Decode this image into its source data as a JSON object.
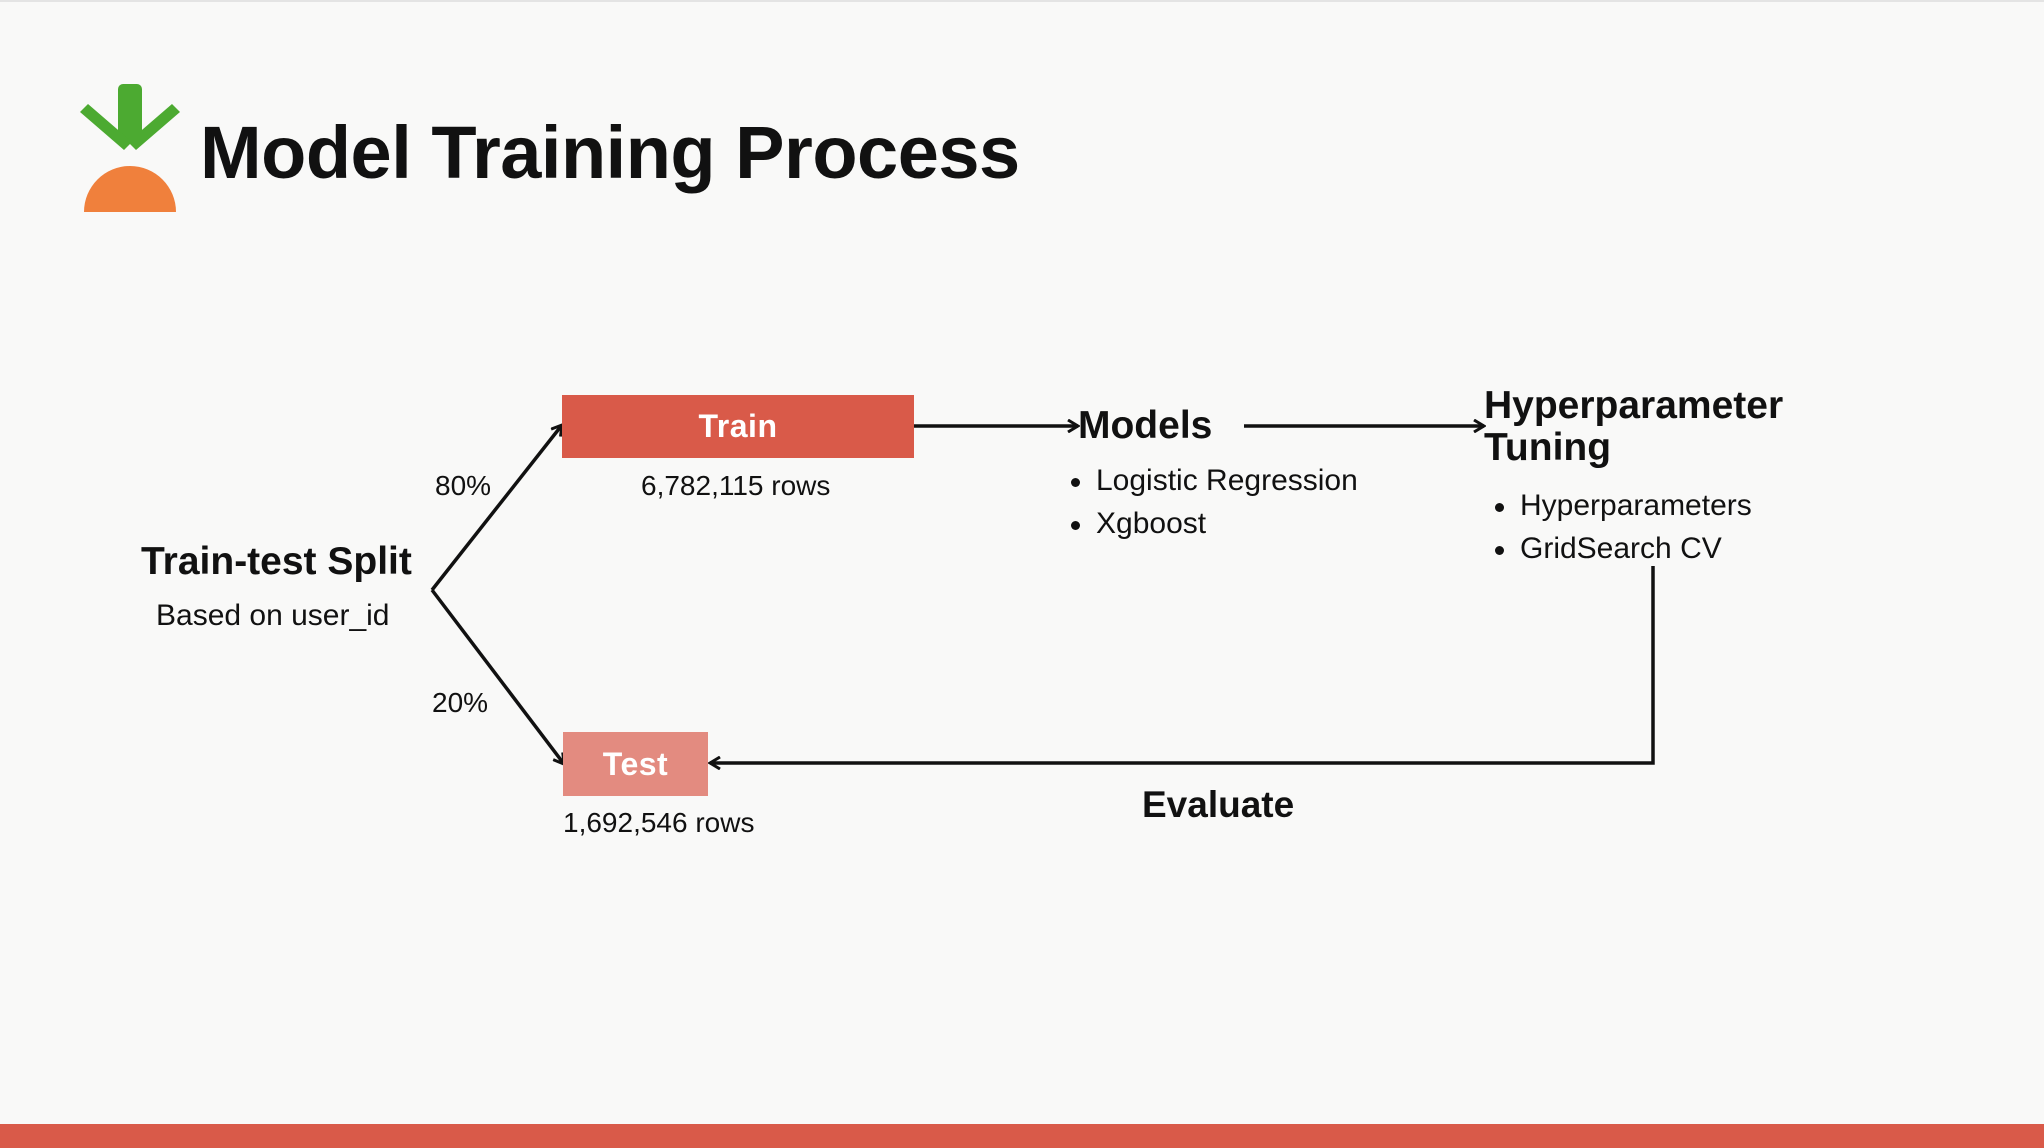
{
  "title": "Model Training Process",
  "colors": {
    "train": "#d95a49",
    "test": "#e38b80",
    "accent_bar": "#d95a49",
    "logo_leaf": "#4caa31",
    "logo_root": "#f0803c",
    "line": "#111111"
  },
  "icons": {
    "logo": "carrot-logo-icon"
  },
  "split": {
    "heading": "Train-test Split",
    "subtitle": "Based on user_id",
    "train_pct": "80%",
    "test_pct": "20%"
  },
  "train": {
    "label": "Train",
    "rows": "6,782,115 rows"
  },
  "test": {
    "label": "Test",
    "rows": "1,692,546 rows"
  },
  "models": {
    "heading": "Models",
    "items": [
      "Logistic Regression",
      "Xgboost"
    ]
  },
  "tuning": {
    "heading": "Hyperparameter Tuning",
    "items": [
      "Hyperparameters",
      "GridSearch CV"
    ]
  },
  "evaluate": {
    "label": "Evaluate"
  }
}
